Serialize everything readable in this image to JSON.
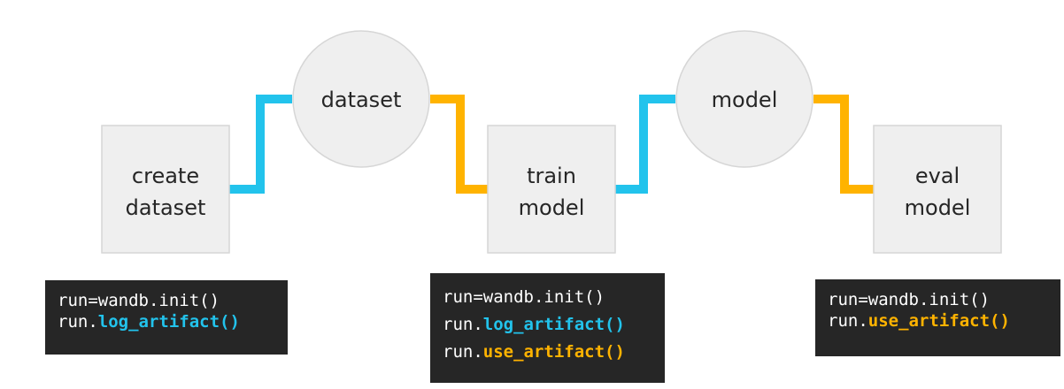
{
  "nodes": {
    "create_dataset": {
      "line1": "create",
      "line2": "dataset"
    },
    "dataset": {
      "label": "dataset"
    },
    "train_model": {
      "line1": "train",
      "line2": "model"
    },
    "model": {
      "label": "model"
    },
    "eval_model": {
      "line1": "eval",
      "line2": "model"
    }
  },
  "code": {
    "create": {
      "line1": "run=wandb.init()",
      "prefix": "run.",
      "fn1": "log_artifact()"
    },
    "train": {
      "line1": "run=wandb.init()",
      "prefix": "run.",
      "fn1": "log_artifact()",
      "fn2": "use_artifact()"
    },
    "eval": {
      "line1": "run=wandb.init()",
      "prefix": "run.",
      "fn1": "use_artifact()"
    }
  },
  "colors": {
    "log_connector": "#22c3ec",
    "use_connector": "#ffb300",
    "node_fill": "#efefef",
    "node_stroke": "#d6d6d6",
    "code_bg": "#262626"
  }
}
